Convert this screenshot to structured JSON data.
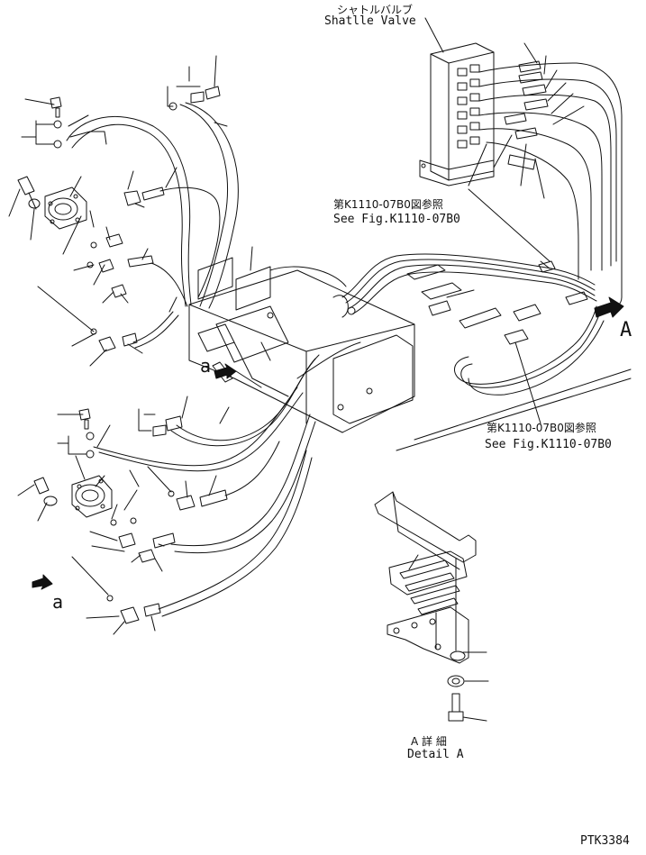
{
  "labels": {
    "shuttle_valve_jp": "シャトルバルブ",
    "shuttle_valve_en": "Shatlle Valve",
    "ref_top_jp": "第K1110-07B0図参照",
    "ref_top_en": "See Fig.K1110-07B0",
    "ref_bottom_jp": "第K1110-07B0図参照",
    "ref_bottom_en": "See Fig.K1110-07B0",
    "view_a": "A",
    "section_a_upper": "a",
    "section_a_lower": "a",
    "detail_a_jp": "A 詳 細",
    "detail_a_en": "Detail A",
    "drawing_number": "PTK3384"
  },
  "colors": {
    "ink": "#111111",
    "paper": "#ffffff"
  }
}
